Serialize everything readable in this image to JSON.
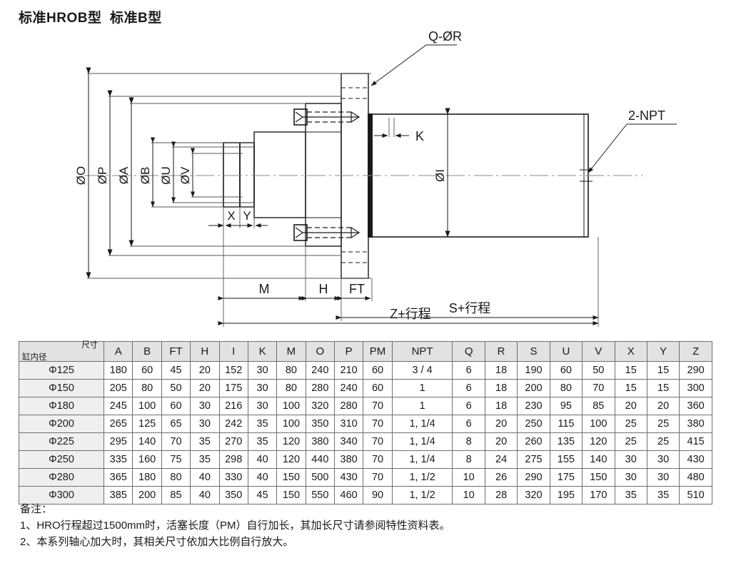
{
  "title": "标准HROB型  标准B型",
  "drawing": {
    "labels": {
      "bolt_circle": "Q-ØR",
      "port": "2-NPT",
      "k": "K",
      "x": "X",
      "y": "Y",
      "m": "M",
      "h": "H",
      "ft": "FT",
      "s_stroke": "S+行程",
      "z_stroke": "Z+行程",
      "dia_o": "ØO",
      "dia_p": "ØP",
      "dia_a": "ØA",
      "dia_b": "ØB",
      "dia_u": "ØU",
      "dia_v": "ØV",
      "dia_i": "ØI"
    }
  },
  "table": {
    "corner_row_label": "尺寸",
    "corner_col_label": "缸内径",
    "headers": [
      "A",
      "B",
      "FT",
      "H",
      "I",
      "K",
      "M",
      "O",
      "P",
      "PM",
      "NPT",
      "Q",
      "R",
      "S",
      "U",
      "V",
      "X",
      "Y",
      "Z"
    ],
    "rows": [
      {
        "bore": "Φ125",
        "values": [
          "180",
          "60",
          "45",
          "20",
          "152",
          "30",
          "80",
          "240",
          "210",
          "60",
          "3 / 4",
          "6",
          "18",
          "190",
          "60",
          "50",
          "15",
          "15",
          "290"
        ]
      },
      {
        "bore": "Φ150",
        "values": [
          "205",
          "80",
          "50",
          "20",
          "175",
          "30",
          "80",
          "280",
          "240",
          "60",
          "1",
          "6",
          "18",
          "200",
          "80",
          "70",
          "15",
          "15",
          "300"
        ]
      },
      {
        "bore": "Φ180",
        "values": [
          "245",
          "100",
          "60",
          "30",
          "216",
          "30",
          "100",
          "320",
          "280",
          "70",
          "1",
          "6",
          "18",
          "230",
          "95",
          "85",
          "20",
          "20",
          "360"
        ]
      },
      {
        "bore": "Φ200",
        "values": [
          "265",
          "125",
          "65",
          "30",
          "242",
          "35",
          "100",
          "350",
          "310",
          "70",
          "1, 1/4",
          "6",
          "20",
          "250",
          "115",
          "100",
          "25",
          "25",
          "380"
        ]
      },
      {
        "bore": "Φ225",
        "values": [
          "295",
          "140",
          "70",
          "35",
          "270",
          "35",
          "120",
          "380",
          "340",
          "70",
          "1, 1/4",
          "8",
          "20",
          "260",
          "135",
          "120",
          "25",
          "25",
          "415"
        ]
      },
      {
        "bore": "Φ250",
        "values": [
          "335",
          "160",
          "75",
          "35",
          "298",
          "40",
          "120",
          "440",
          "380",
          "70",
          "1, 1/4",
          "8",
          "24",
          "275",
          "155",
          "140",
          "30",
          "30",
          "430"
        ]
      },
      {
        "bore": "Φ280",
        "values": [
          "365",
          "180",
          "80",
          "40",
          "330",
          "40",
          "150",
          "500",
          "430",
          "70",
          "1, 1/2",
          "10",
          "26",
          "290",
          "175",
          "150",
          "30",
          "30",
          "480"
        ]
      },
      {
        "bore": "Φ300",
        "values": [
          "385",
          "200",
          "85",
          "40",
          "350",
          "45",
          "150",
          "550",
          "460",
          "90",
          "1, 1/2",
          "10",
          "28",
          "320",
          "195",
          "170",
          "35",
          "35",
          "510"
        ]
      }
    ]
  },
  "notes": {
    "heading": "备注：",
    "line1": "1、HRO行程超过1500mm时，活塞长度（PM）自行加长，其加长尺寸请参阅特性资料表。",
    "line2": "2、本系列轴心加大时，其相关尺寸依加大比例自行放大。"
  }
}
